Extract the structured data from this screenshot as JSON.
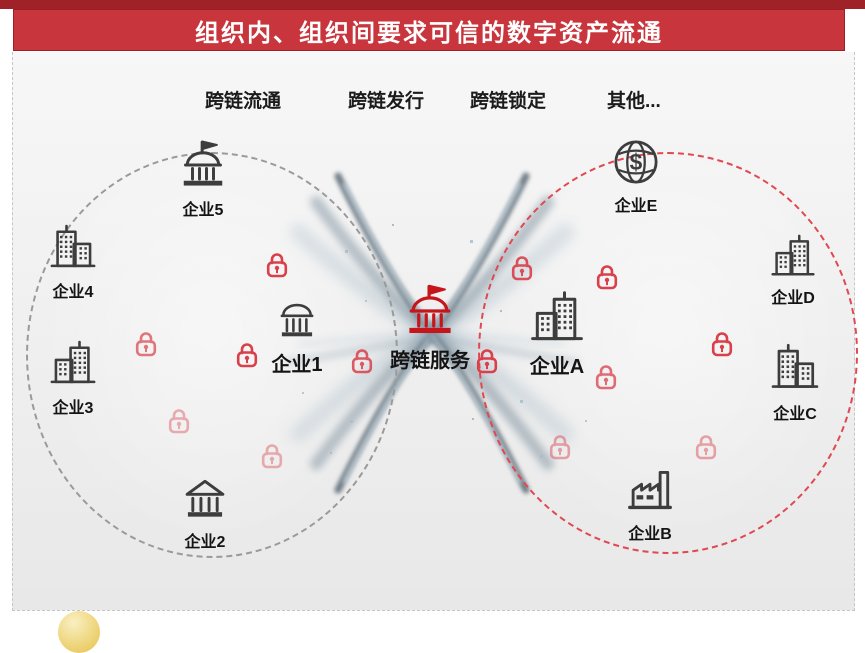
{
  "banner": {
    "title": "组织内、组织间要求可信的数字资产流通",
    "background": "#c9353c",
    "top_strip_color": "#9e2227",
    "text_color": "#ffffff"
  },
  "top_labels": [
    {
      "label": "跨链流通"
    },
    {
      "label": "跨链发行"
    },
    {
      "label": "跨链锁定"
    },
    {
      "label": "其他..."
    }
  ],
  "center": {
    "label": "跨链服务",
    "icon": "bank-flag-icon",
    "color": "#c4161c"
  },
  "left_group": {
    "circle_style": "dashed",
    "circle_color": "#9a9a9a",
    "items": [
      {
        "label": "企业5",
        "icon": "bank-flag-icon"
      },
      {
        "label": "企业4",
        "icon": "city-buildings-icon"
      },
      {
        "label": "企业3",
        "icon": "city-buildings-icon"
      },
      {
        "label": "企业2",
        "icon": "bank-columns-icon"
      },
      {
        "label": "企业1",
        "icon": "bank-arch-icon"
      }
    ]
  },
  "right_group": {
    "circle_style": "dashed",
    "circle_color": "#e04852",
    "items": [
      {
        "label": "企业E",
        "icon": "globe-dollar-icon"
      },
      {
        "label": "企业D",
        "icon": "city-buildings-icon"
      },
      {
        "label": "企业A",
        "icon": "city-buildings-icon"
      },
      {
        "label": "企业C",
        "icon": "city-buildings-icon"
      },
      {
        "label": "企业B",
        "icon": "factory-icon"
      }
    ]
  },
  "locks": {
    "icon": "lock-icon",
    "color": "#d9404a",
    "count": 13
  }
}
